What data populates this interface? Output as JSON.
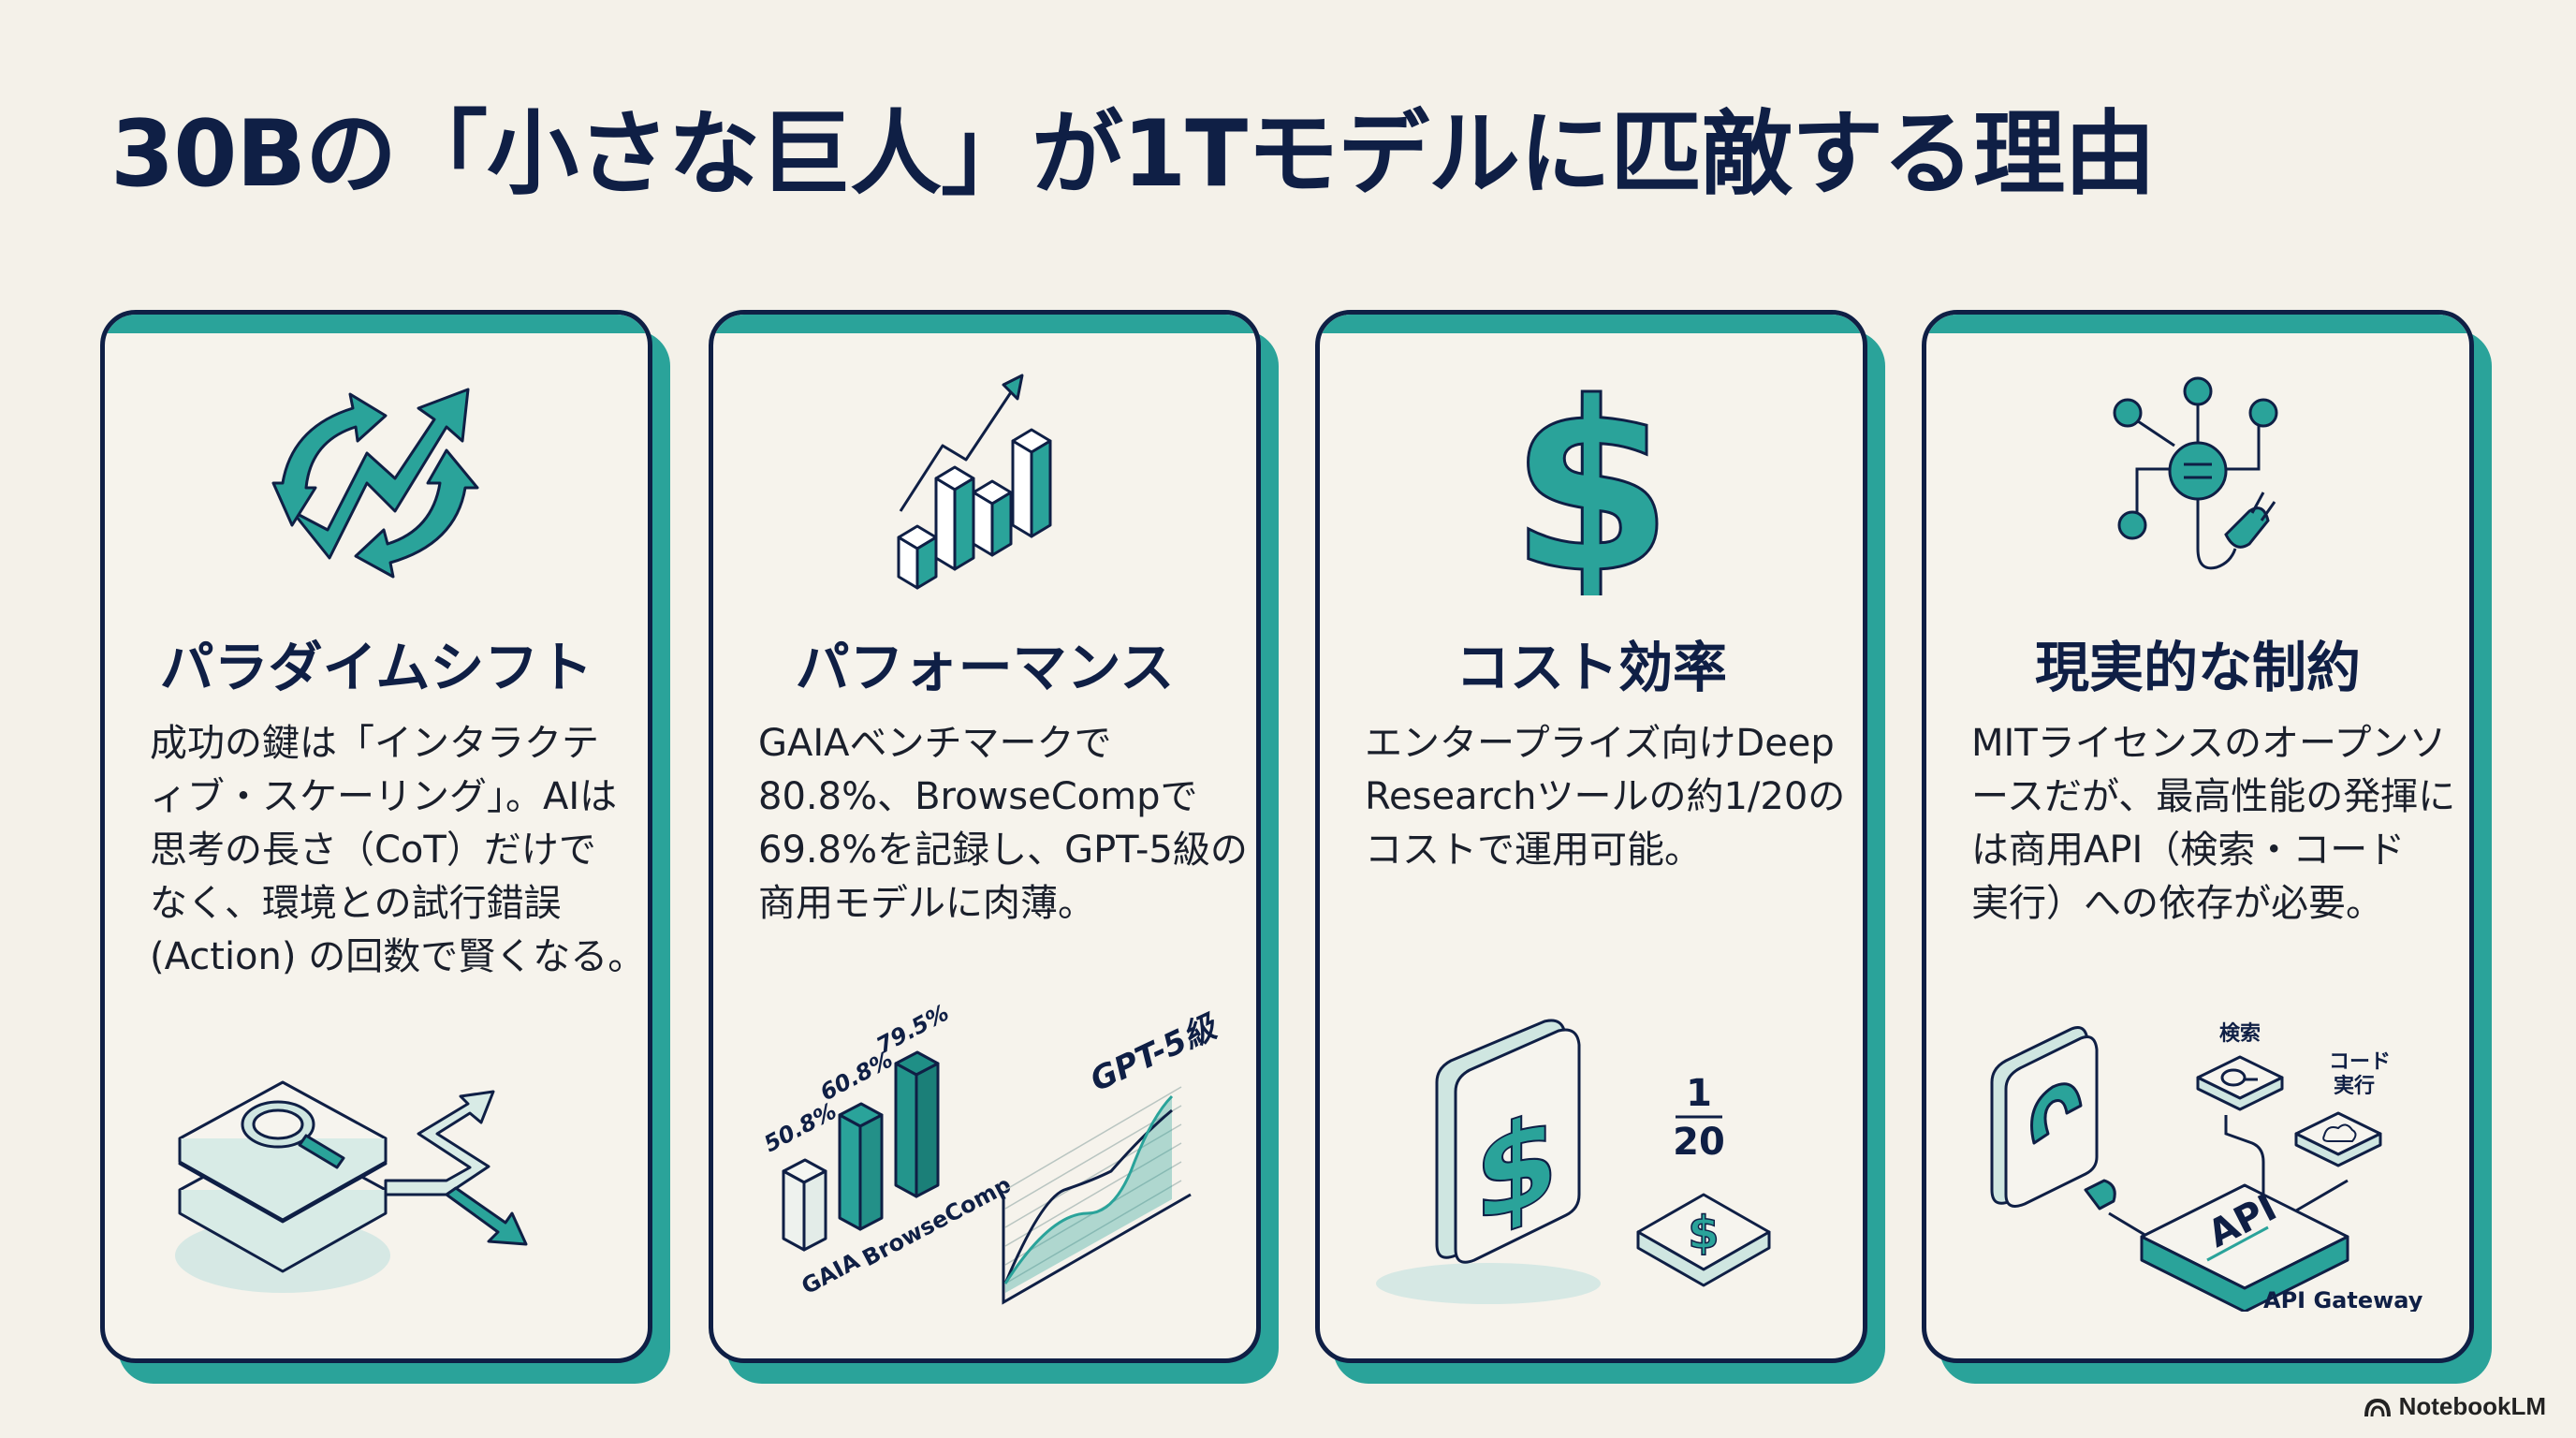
{
  "title": "30Bの「小さな巨人」が1Tモデルに匹敵する理由",
  "colors": {
    "background": "#f4f1e9",
    "navy": "#0f1f45",
    "teal": "#2aa39a",
    "teal_light": "#cfe6e1",
    "card_bg": "#f6f3ec"
  },
  "cards": [
    {
      "icon": "paradigm-shift-arrows-icon",
      "title": "パラダイムシフト",
      "body_lines": [
        "成功の鍵は「インタラクテ",
        "ィブ・スケーリング」。AIは",
        "思考の長さ（CoT）だけで",
        "なく、環境との試行錯誤",
        "(Action) の回数で賢くなる。"
      ],
      "illustration": "layered-database-with-magnifier-and-branching-arrows"
    },
    {
      "icon": "bar-chart-trending-up-icon",
      "title": "パフォーマンス",
      "body_lines": [
        "GAIAベンチマークで",
        "80.8%、BrowseCompで",
        "69.8%を記録し、GPT-5級の",
        "商用モデルに肉薄。"
      ],
      "illustration": {
        "bar_labels": [
          "50.8%",
          "60.8%",
          "79.5%"
        ],
        "axis_labels": [
          "GAIA",
          "BrowseComp"
        ],
        "line_chart_label": "GPT-5級"
      }
    },
    {
      "icon": "dollar-sign-icon",
      "title": "コスト効率",
      "body_lines": [
        "エンタープライズ向けDeep",
        "Researchツールの約1/20の",
        "コストで運用可能。"
      ],
      "illustration": {
        "fraction_numerator": "1",
        "fraction_denominator": "20"
      }
    },
    {
      "icon": "network-hub-with-plug-icon",
      "title": "現実的な制約",
      "body_lines": [
        "MITライセンスのオープンソ",
        "ースだが、最高性能の発揮に",
        "は商用API（検索・コード",
        "実行）への依存が必要。"
      ],
      "illustration": {
        "api_box_label": "API",
        "gateway_label": "API Gateway",
        "search_label": "検索",
        "code_exec_label_line1": "コード",
        "code_exec_label_line2": "実行"
      }
    }
  ],
  "footer": {
    "brand": "NotebookLM",
    "icon": "notebooklm-logo-icon"
  }
}
